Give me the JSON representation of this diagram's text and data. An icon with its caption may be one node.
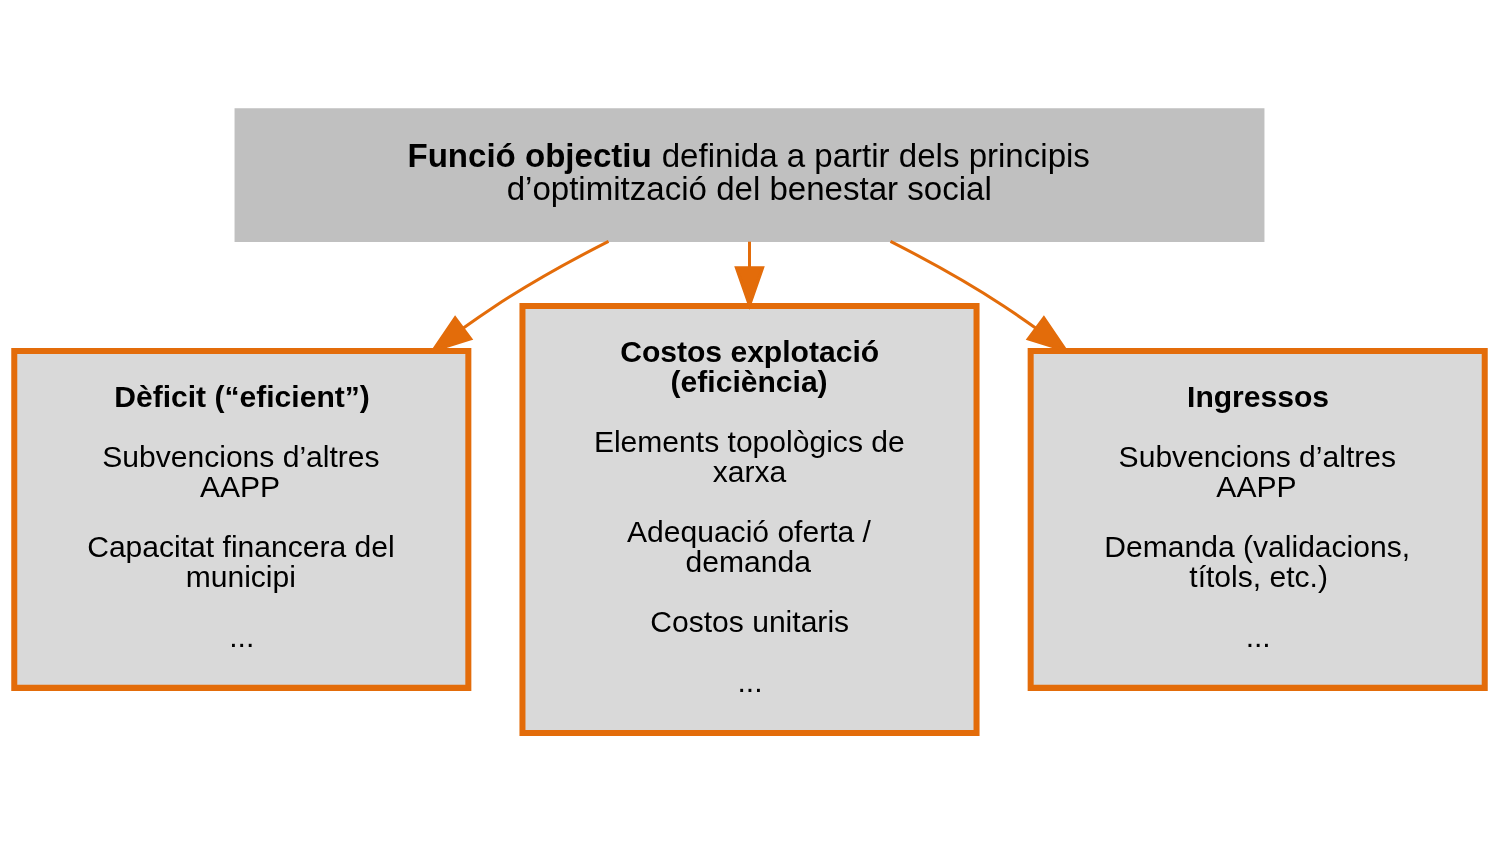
{
  "diagram": {
    "nodes": [
      {
        "text": [
          "**Funció objectiu** definida a partir dels principis d’optimització del benestar social"
        ]
      },
      {
        "text": [
          "Dèficit (“eficient”)",
          "Subvencions d’altres AAPP",
          "Capacitat financera del municipi",
          "..."
        ]
      },
      {
        "text": [
          "Costos explotació (eficiència)",
          "Elements topològics de xarxa",
          "Adequació oferta / demanda",
          "Costos unitaris",
          "..."
        ]
      },
      {
        "text": [
          "Ingressos",
          "Subvencions d’altres AAPP",
          "Demanda (validacions, títols, etc.)",
          "..."
        ]
      }
    ],
    "edges": [
      {
        "from": 0,
        "to": 1,
        "arrow": "to"
      },
      {
        "from": 0,
        "to": 2,
        "arrow": "to"
      },
      {
        "from": 0,
        "to": 3,
        "arrow": "to"
      }
    ]
  }
}
